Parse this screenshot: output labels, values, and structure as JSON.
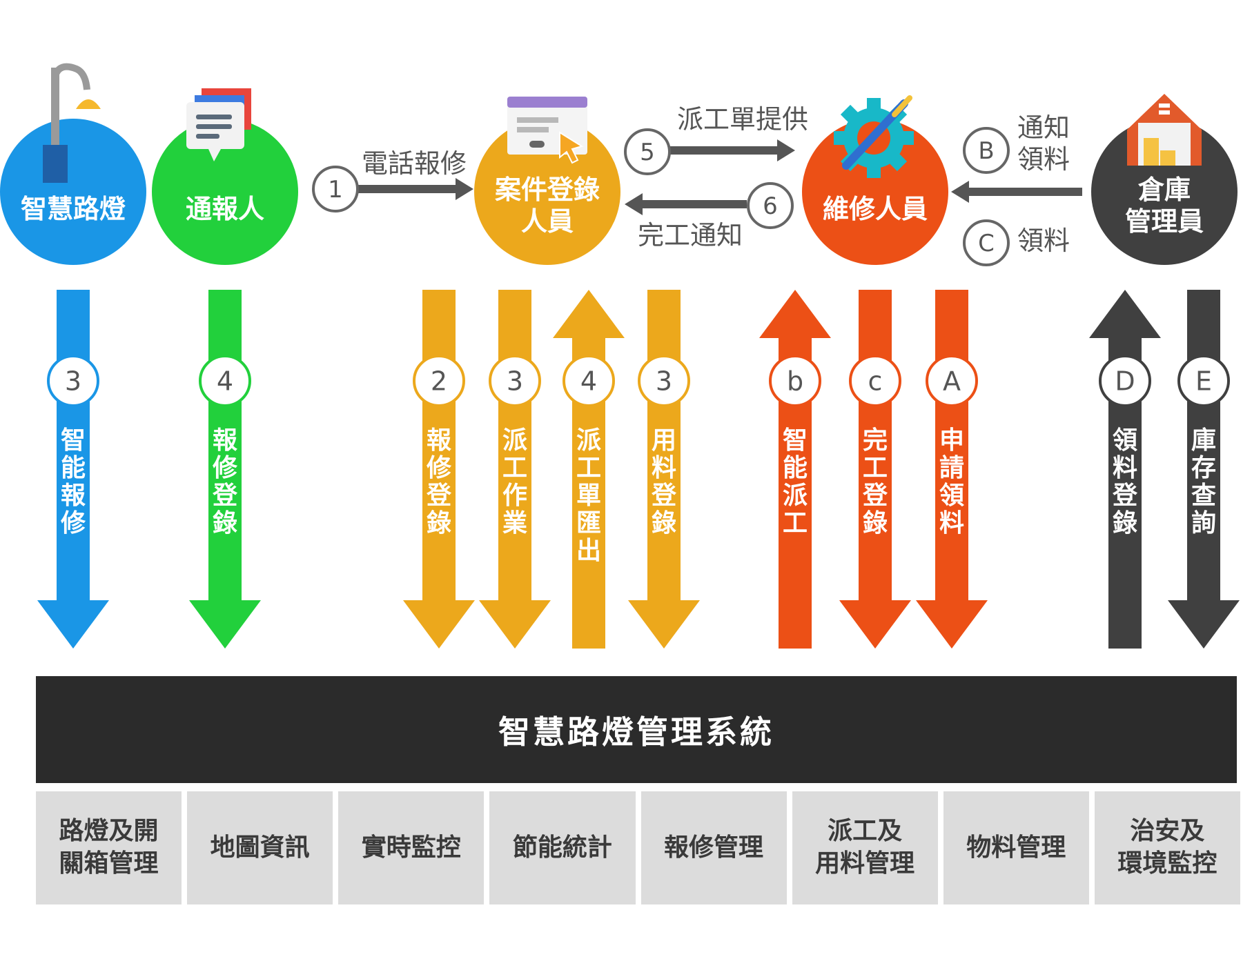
{
  "colors": {
    "blue": "#1a96e6",
    "green": "#22d03c",
    "yellow": "#eca81c",
    "orange": "#ec5016",
    "dark": "#404040",
    "circle_border": "#666666",
    "flow_arrow": "#555555"
  },
  "roles": [
    {
      "id": "streetlight",
      "label": "智慧路燈",
      "color": "blue",
      "icon": "street-lamp-icon"
    },
    {
      "id": "reporter",
      "label": "通報人",
      "color": "green",
      "icon": "chat-bubbles-icon"
    },
    {
      "id": "registrar",
      "label": "案件登錄\n人員",
      "color": "yellow",
      "icon": "browser-cursor-icon"
    },
    {
      "id": "maintenance",
      "label": "維修人員",
      "color": "orange",
      "icon": "gear-wrench-icon"
    },
    {
      "id": "warehouse",
      "label": "倉庫\n管理員",
      "color": "dark",
      "icon": "warehouse-icon"
    }
  ],
  "flows": [
    {
      "id": "phone-report",
      "step": "1",
      "label": "電話報修",
      "from": "reporter",
      "to": "registrar"
    },
    {
      "id": "dispatch-provide",
      "step": "5",
      "label": "派工單提供",
      "from": "registrar",
      "to": "maintenance"
    },
    {
      "id": "completion-notice",
      "step": "6",
      "label": "完工通知",
      "from": "maintenance",
      "to": "registrar"
    },
    {
      "id": "notify-pickup",
      "step": "B",
      "label": "通知\n領料",
      "from": "warehouse",
      "to": "maintenance"
    },
    {
      "id": "pickup",
      "step": "C",
      "label": "領料",
      "from": "warehouse",
      "to": "maintenance"
    }
  ],
  "system_arrows": [
    {
      "step": "3",
      "label": "智能報修",
      "direction": "down",
      "color": "blue"
    },
    {
      "step": "4",
      "label": "報修登錄",
      "direction": "down",
      "color": "green"
    },
    {
      "step": "2",
      "label": "報修登錄",
      "direction": "down",
      "color": "yellow"
    },
    {
      "step": "3",
      "label": "派工作業",
      "direction": "down",
      "color": "yellow"
    },
    {
      "step": "4",
      "label": "派工單匯出",
      "direction": "up",
      "color": "yellow"
    },
    {
      "step": "3",
      "label": "用料登錄",
      "direction": "down",
      "color": "yellow"
    },
    {
      "step": "b",
      "label": "智能派工",
      "direction": "up",
      "color": "orange"
    },
    {
      "step": "c",
      "label": "完工登錄",
      "direction": "down",
      "color": "orange"
    },
    {
      "step": "A",
      "label": "申請領料",
      "direction": "down",
      "color": "orange"
    },
    {
      "step": "D",
      "label": "領料登錄",
      "direction": "up",
      "color": "dark"
    },
    {
      "step": "E",
      "label": "庫存查詢",
      "direction": "down",
      "color": "dark"
    }
  ],
  "system": {
    "title": "智慧路燈管理系統"
  },
  "modules": [
    "路燈及開\n關箱管理",
    "地圖資訊",
    "實時監控",
    "節能統計",
    "報修管理",
    "派工及\n用料管理",
    "物料管理",
    "治安及\n環境監控"
  ]
}
